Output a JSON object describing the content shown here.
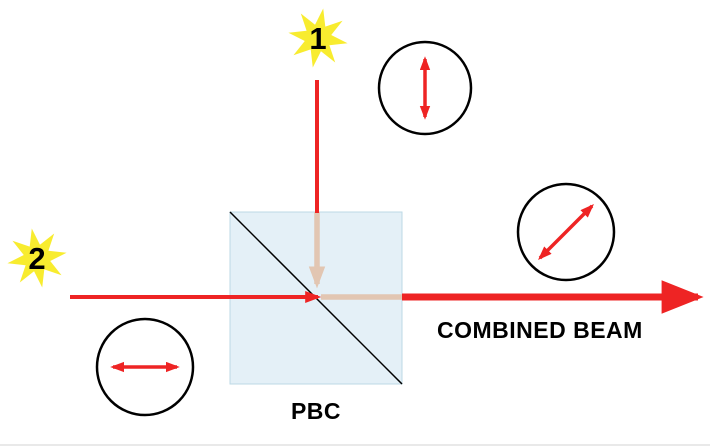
{
  "colors": {
    "beam_red": "#ee2424",
    "beam_faded": "#e2c6b2",
    "star_yellow": "#f8ec2f",
    "cube_fill": "#e4f0f7",
    "cube_edge": "#bcd9e6",
    "ink": "#000000"
  },
  "diagram": {
    "source1_label": "1",
    "source2_label": "2",
    "pbc_label": "PBC",
    "combined_beam_label": "COMBINED BEAM"
  },
  "icons": {
    "vertical_polarization": "double-arrow-vertical",
    "horizontal_polarization": "double-arrow-horizontal",
    "diagonal_polarization": "double-arrow-diagonal",
    "source_burst": "star-burst"
  }
}
